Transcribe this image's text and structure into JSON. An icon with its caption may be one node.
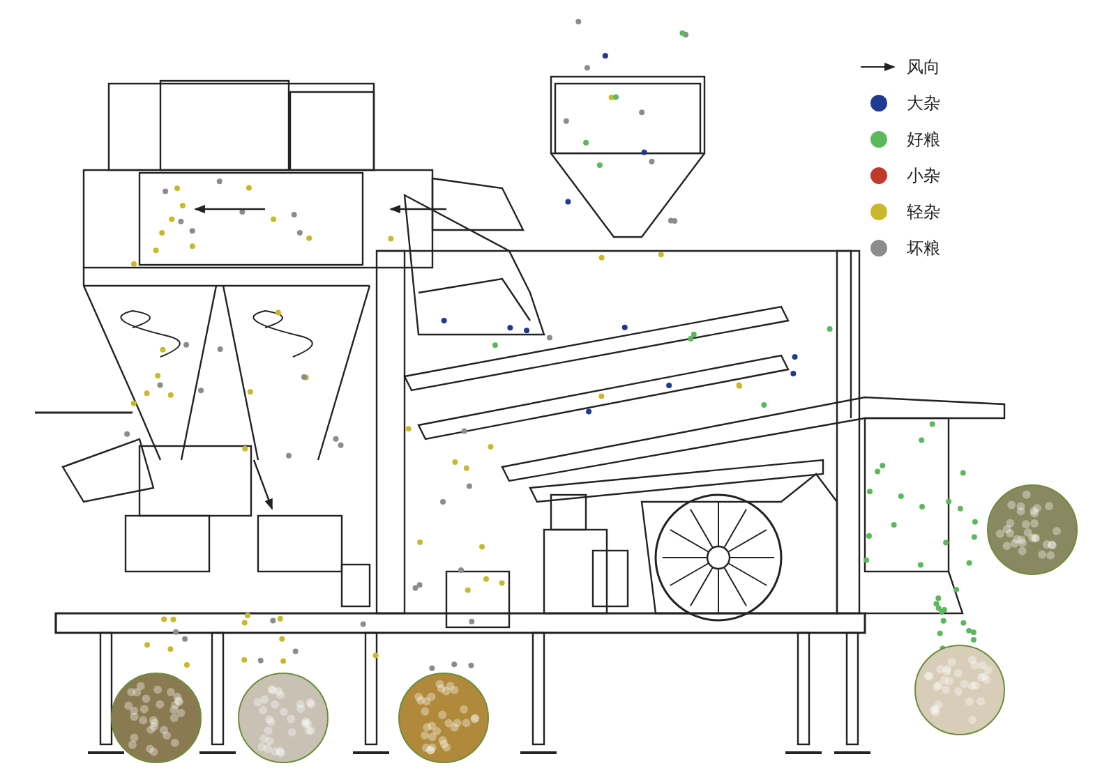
{
  "diagram": {
    "legend": [
      {
        "text": "风向"
      },
      {
        "text": "大杂",
        "color": "#1f3a93"
      },
      {
        "text": "好粮",
        "color": "#5cb85c"
      },
      {
        "text": "小杂",
        "color": "#c0392b"
      },
      {
        "text": "轻杂",
        "color": "#c9b92a"
      },
      {
        "text": "坏粮",
        "color": "#8c8c8c"
      }
    ]
  }
}
